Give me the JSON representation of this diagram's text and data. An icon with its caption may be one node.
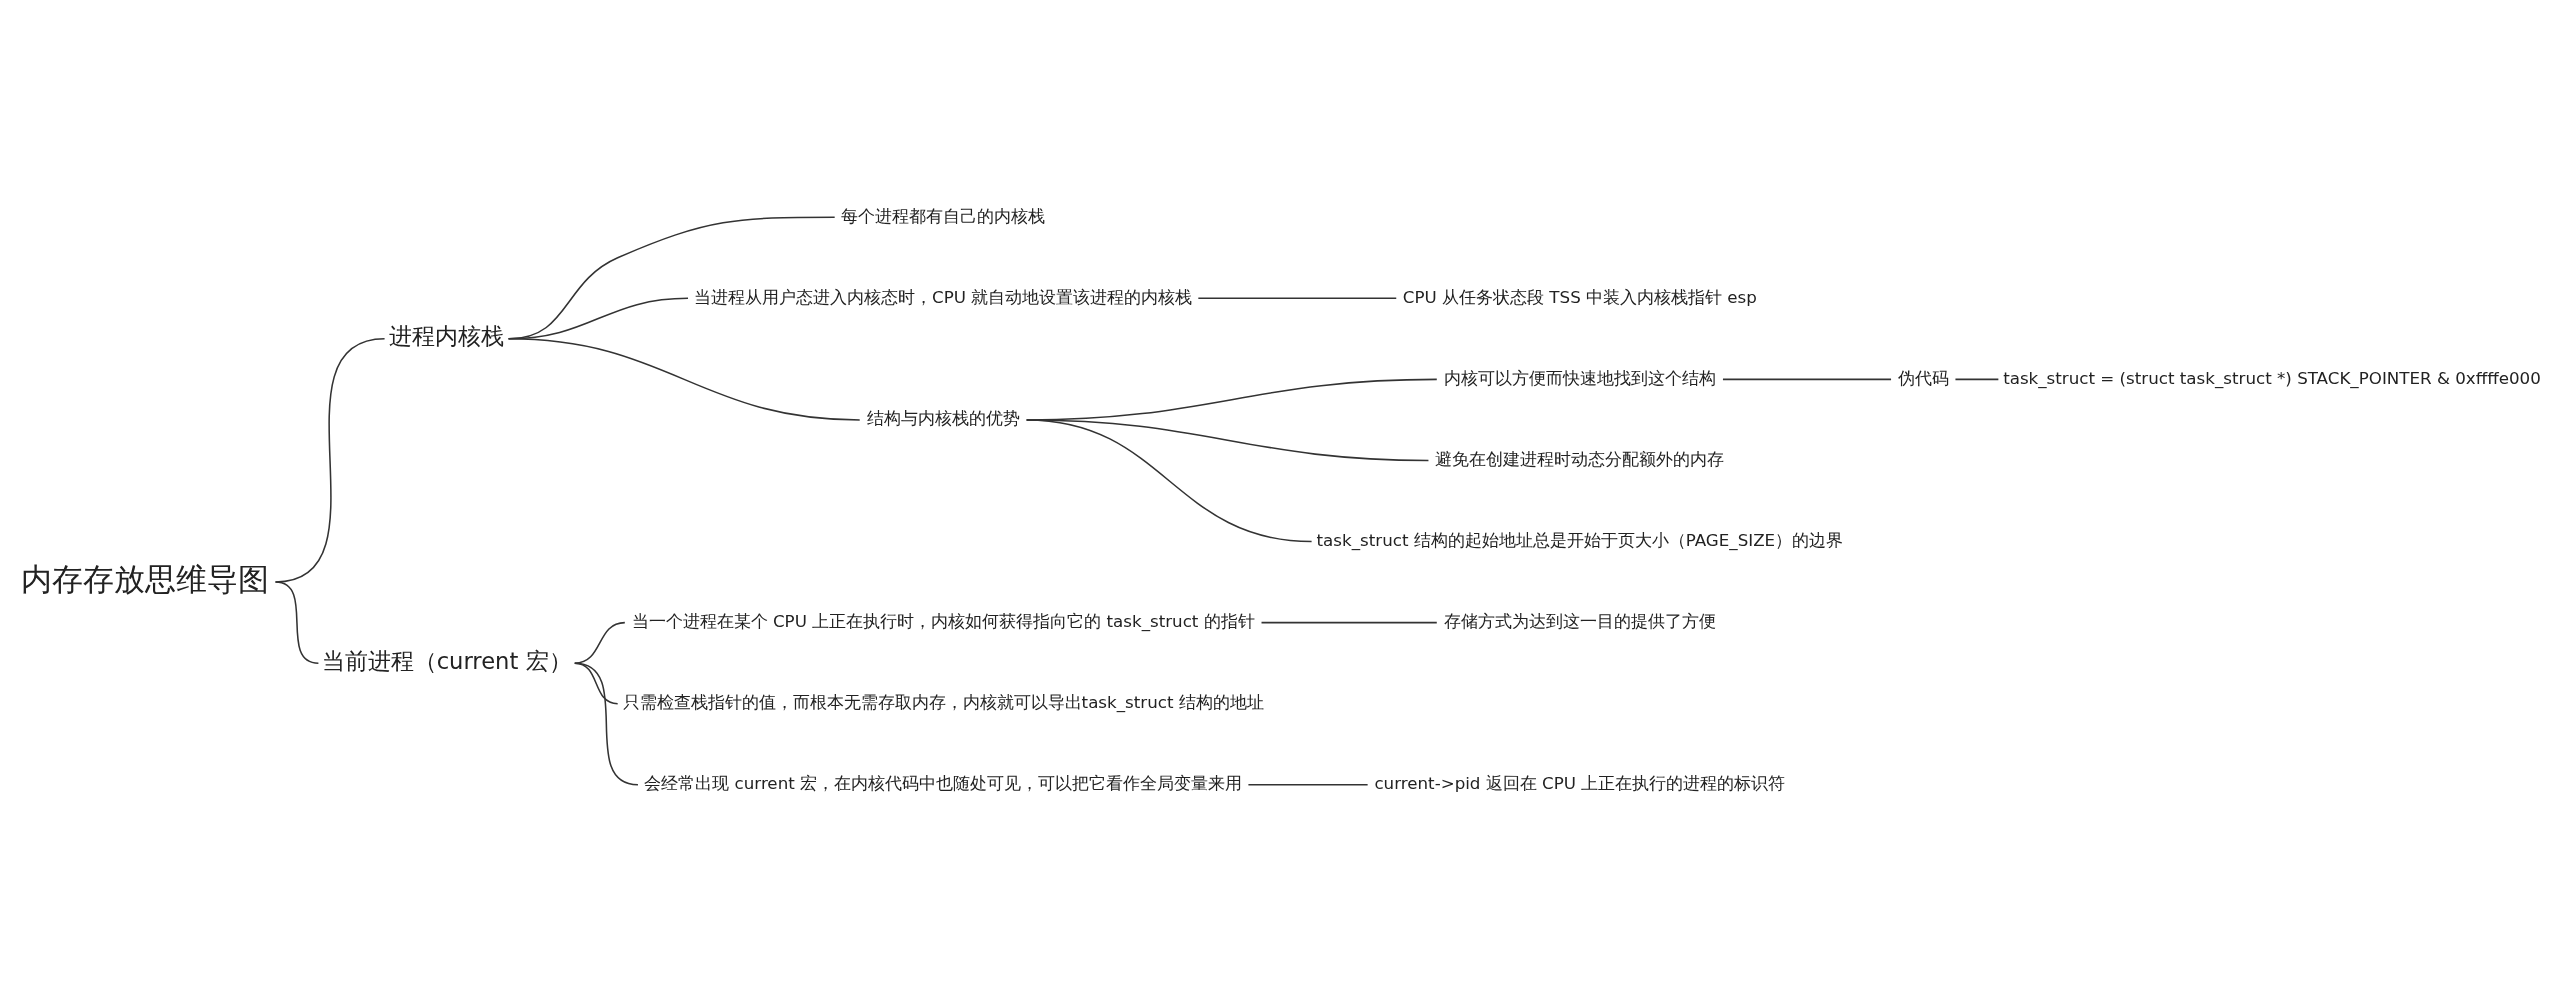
{
  "diagram": {
    "nodes": [
      {
        "text": [
          "内存存放思维导图"
        ]
      },
      {
        "text": [
          "进程内核栈"
        ]
      },
      {
        "text": [
          "每个进程都有自己的内核栈"
        ]
      },
      {
        "text": [
          "当进程从用户态进入内核态时，CPU 就自动地设置该进程的内核栈"
        ]
      },
      {
        "text": [
          "CPU 从任务状态段 TSS 中装入内核栈指针 esp"
        ]
      },
      {
        "text": [
          "结构与内核栈的优势"
        ]
      },
      {
        "text": [
          "内核可以方便而快速地找到这个结构"
        ]
      },
      {
        "text": [
          "伪代码"
        ]
      },
      {
        "text": [
          "task_struct = (struct task_struct *) STACK_POINTER & 0xffffe000"
        ]
      },
      {
        "text": [
          "避免在创建进程时动态分配额外的内存"
        ]
      },
      {
        "text": [
          "task_struct 结构的起始地址总是开始于页大小（PAGE_SIZE）的边界"
        ]
      },
      {
        "text": [
          "当前进程（current 宏）"
        ]
      },
      {
        "text": [
          "当一个进程在某个 CPU 上正在执行时，内核如何获得指向它的 task_struct 的指针"
        ]
      },
      {
        "text": [
          "存储方式为达到这一目的提供了方便"
        ]
      },
      {
        "text": [
          "只需检查栈指针的值，而根本无需存取内存，内核就可以导出task_struct 结构的地址"
        ]
      },
      {
        "text": [
          "会经常出现 current 宏，在内核代码中也随处可见，可以把它看作全局变量来用"
        ]
      },
      {
        "text": [
          "current->pid 返回在 CPU 上正在执行的进程的标识符"
        ]
      }
    ],
    "edges": [
      {
        "from": 0,
        "to": 1,
        "arrow": "none"
      },
      {
        "from": 1,
        "to": 2,
        "arrow": "none"
      },
      {
        "from": 1,
        "to": 3,
        "arrow": "none"
      },
      {
        "from": 3,
        "to": 4,
        "arrow": "none"
      },
      {
        "from": 1,
        "to": 5,
        "arrow": "none"
      },
      {
        "from": 5,
        "to": 6,
        "arrow": "none"
      },
      {
        "from": 6,
        "to": 7,
        "arrow": "none"
      },
      {
        "from": 7,
        "to": 8,
        "arrow": "none"
      },
      {
        "from": 5,
        "to": 9,
        "arrow": "none"
      },
      {
        "from": 5,
        "to": 10,
        "arrow": "none"
      },
      {
        "from": 0,
        "to": 11,
        "arrow": "none"
      },
      {
        "from": 11,
        "to": 12,
        "arrow": "none"
      },
      {
        "from": 12,
        "to": 13,
        "arrow": "none"
      },
      {
        "from": 11,
        "to": 14,
        "arrow": "none"
      },
      {
        "from": 11,
        "to": 15,
        "arrow": "none"
      },
      {
        "from": 15,
        "to": 16,
        "arrow": "none"
      }
    ]
  }
}
